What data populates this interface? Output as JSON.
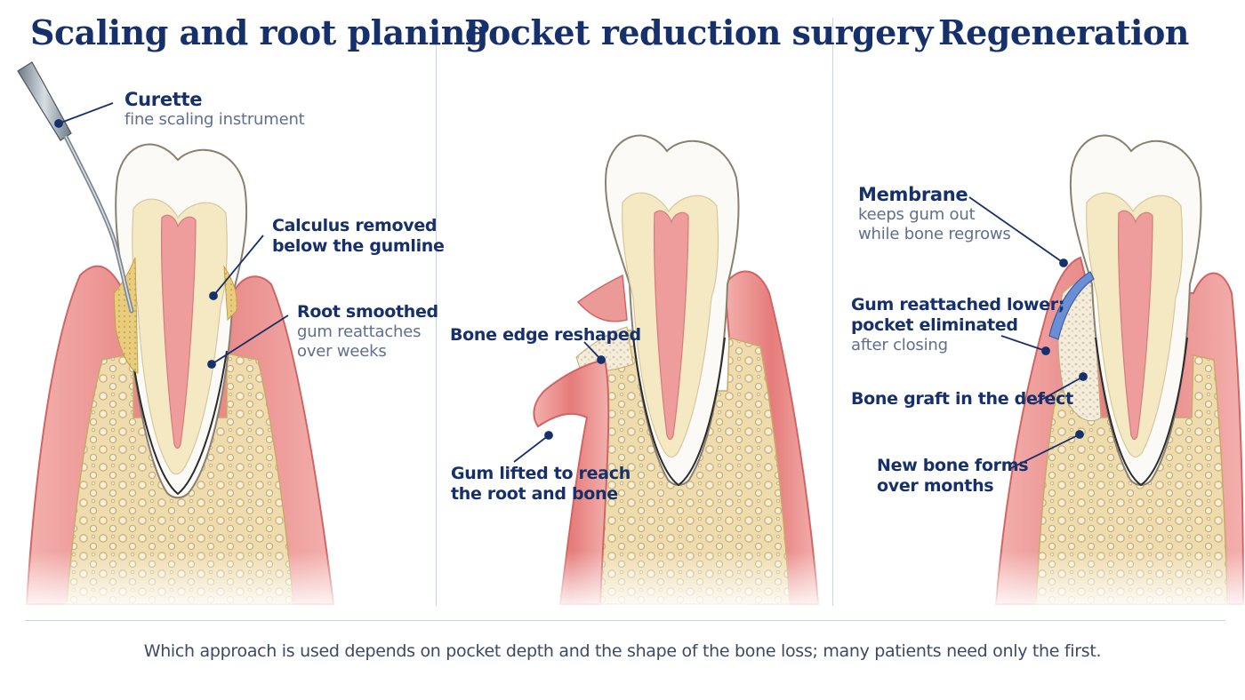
{
  "panels": [
    {
      "title": "Scaling and root planing",
      "labels": [
        {
          "head": "Curette",
          "sub": "fine scaling instrument"
        },
        {
          "head": "Calculus removed",
          "head2": "below the gumline"
        },
        {
          "head": "Root smoothed",
          "sub": "gum reattaches",
          "sub2": "over weeks"
        }
      ]
    },
    {
      "title": "Pocket reduction surgery",
      "labels": [
        {
          "head": "Bone edge reshaped"
        },
        {
          "head": "Gum lifted to reach",
          "head2": "the root and bone"
        }
      ]
    },
    {
      "title": "Regeneration",
      "labels": [
        {
          "head": "Membrane",
          "sub": "keeps gum out",
          "sub2": "while bone regrows"
        },
        {
          "head": "Gum reattached lower;",
          "head2": "pocket eliminated",
          "sub": "after closing"
        },
        {
          "head": "Bone graft in the defect"
        },
        {
          "head": "New bone forms",
          "head2": "over months"
        }
      ]
    }
  ],
  "footnote": "Which approach is used depends on pocket depth and the shape of the bone loss; many patients need only the first.",
  "colors": {
    "title": "#16306b",
    "gum": "#e98a8a",
    "bone": "#efdcae",
    "pulp": "#ef9c9c",
    "enamel": "#fbfaf6",
    "dentin": "#f5e9c4",
    "calculus": "#e6c774",
    "membrane": "#6b8fd6"
  },
  "icons": [
    "curette-icon",
    "tooth-icon",
    "bone-icon",
    "gum-icon",
    "membrane-icon"
  ]
}
